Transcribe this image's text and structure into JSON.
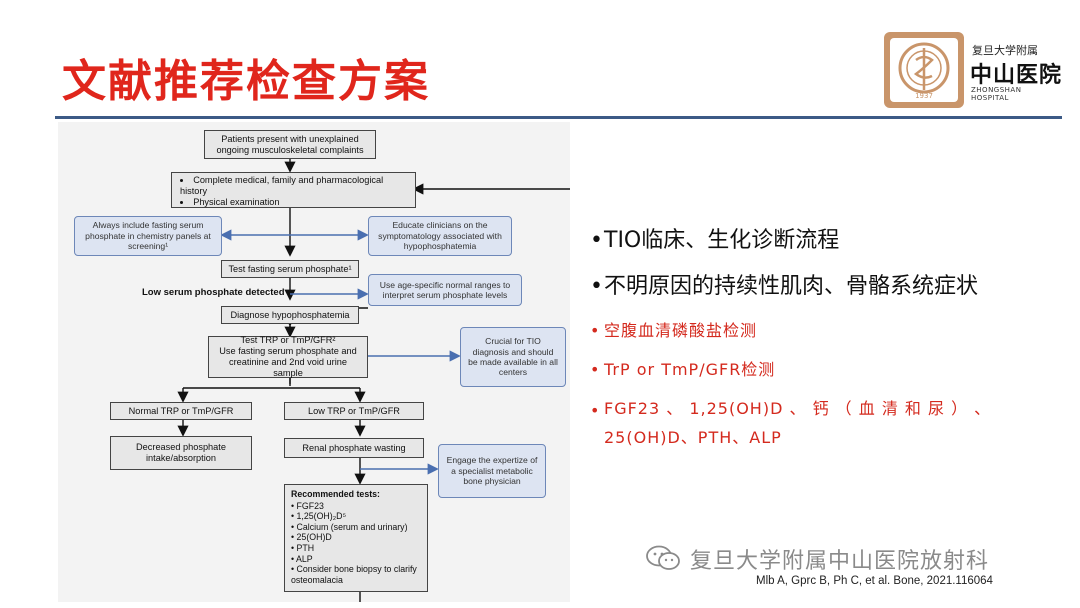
{
  "title": "文献推荐检查方案",
  "logo": {
    "top_text": "复旦大学附属",
    "main_text": "中山医院",
    "english_text": "ZHONGSHAN HOSPITAL",
    "year": "1937"
  },
  "flowchart": {
    "start": "Patients present with unexplained ongoing musculoskeletal complaints",
    "history": [
      "Complete medical, family and pharmacological history",
      "Physical examination"
    ],
    "note_include": "Always include fasting serum phosphate in chemistry panels at screening¹",
    "note_educate": "Educate clinicians on the symptomatology associated with hypophosphatemia",
    "test_phosphate": "Test fasting serum phosphate¹",
    "low_label": "Low serum phosphate detected",
    "note_ranges": "Use age-specific normal ranges to interpret serum phosphate levels",
    "diagnose": "Diagnose hypophosphatemia",
    "test_trp_line1": "Test TRP or TmP/GFR²",
    "test_trp_line2": "Use fasting serum phosphate and creatinine and 2nd void urine sample",
    "note_crucial": "Crucial for TIO diagnosis and should be made available in all centers",
    "normal_trp": "Normal TRP or TmP/GFR",
    "low_trp": "Low TRP or TmP/GFR",
    "decreased": "Decreased phosphate intake/absorption",
    "renal": "Renal phosphate wasting",
    "note_expertise": "Engage the expertize of a specialist metabolic bone physician",
    "rec_title": "Recommended tests:",
    "rec_items": [
      "FGF23",
      "1,25(OH)₂D⁵",
      "Calcium (serum and urinary)",
      "25(OH)D",
      "PTH",
      "ALP",
      "Consider bone biopsy to clarify osteomalacia"
    ]
  },
  "bullets": [
    {
      "text": "TIO临床、生化诊断流程",
      "style": "black"
    },
    {
      "text": "不明原因的持续性肌肉、骨骼系统症状",
      "style": "black"
    },
    {
      "text": "空腹血清磷酸盐检测",
      "style": "red"
    },
    {
      "text": "TrP or TmP/GFR检测",
      "style": "red"
    },
    {
      "text": "FGF23 、 1,25(OH)D 、 钙 （ 血 清 和 尿 ）  、 25(OH)D、PTH、ALP",
      "style": "red"
    }
  ],
  "watermark": "复旦大学附属中山医院放射科",
  "citation": "Mlb A, Gprc B, Ph C, et al. Bone, 2021.116064",
  "colors": {
    "title_red": "#e0261c",
    "bullet_red": "#d42a1e",
    "rule_blue": "#3c5a86",
    "note_blue": "#dde4f2",
    "logo_gold": "#c9956a"
  }
}
